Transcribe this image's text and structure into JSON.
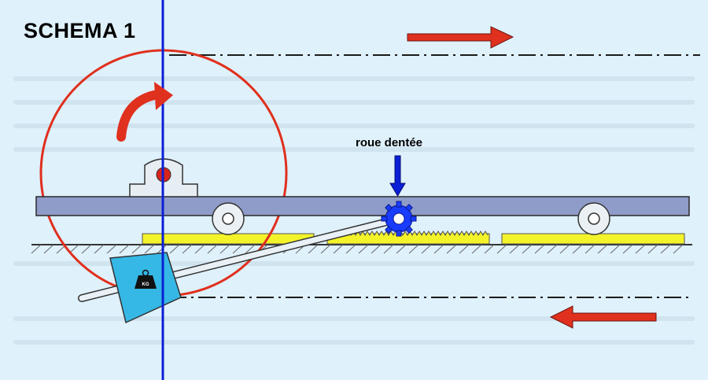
{
  "title": "SCHEMA 1",
  "gear_label": "roue dentée",
  "weight_label": "KG",
  "colors": {
    "background": "#dff1fb",
    "circle": "#e0301e",
    "arrow": "#e0301e",
    "vertical_line": "#0a1fd6",
    "beam": "#8f9cc9",
    "rail": "#f3f32a",
    "weight": "#35b8e6",
    "gear": "#1a3cff"
  },
  "icons": [
    "curved-arrow-icon",
    "right-arrow-icon",
    "left-arrow-icon",
    "down-arrow-icon",
    "weight-icon",
    "gear-icon"
  ]
}
